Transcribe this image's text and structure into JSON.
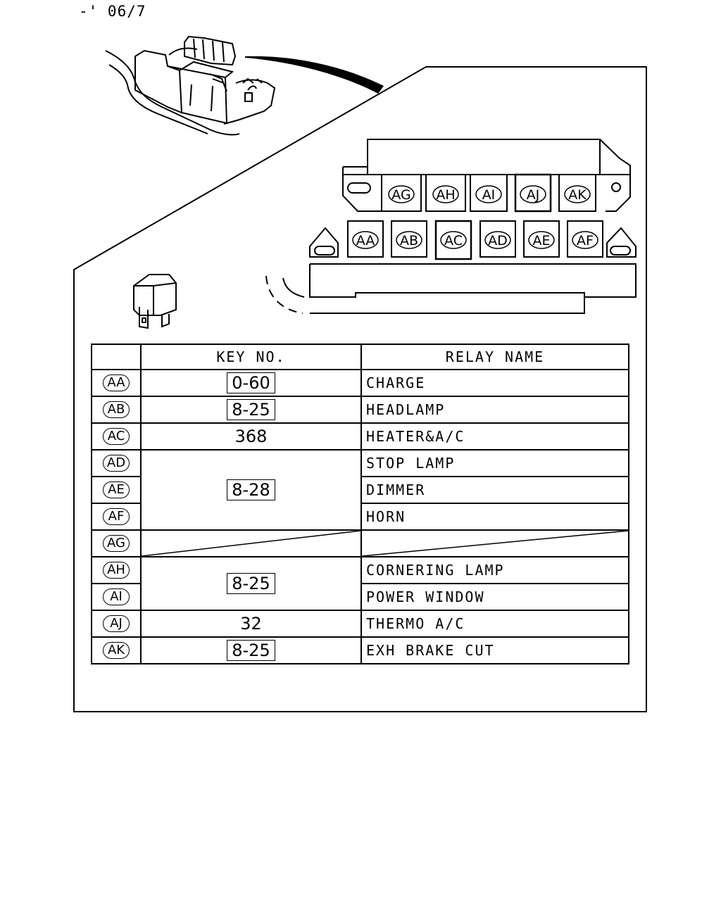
{
  "page_label": "-' 06/7",
  "header": {
    "key_no": "KEY NO.",
    "relay_name": "RELAY NAME"
  },
  "slots_top": [
    "AG",
    "AH",
    "AI",
    "AJ",
    "AK"
  ],
  "slots_bottom": [
    "AA",
    "AB",
    "AC",
    "AD",
    "AE",
    "AF"
  ],
  "rows": [
    {
      "code": "AA",
      "key": "0-60",
      "name": "CHARGE"
    },
    {
      "code": "AB",
      "key": "8-25",
      "name": "HEADLAMP"
    },
    {
      "code": "AC",
      "key": "368",
      "name": "HEATER&A/C"
    },
    {
      "code": "AD",
      "key": "8-28",
      "name": "STOP LAMP"
    },
    {
      "code": "AE",
      "key": "",
      "name": "DIMMER"
    },
    {
      "code": "AF",
      "key": "",
      "name": "HORN"
    },
    {
      "code": "AG",
      "key": "",
      "name": ""
    },
    {
      "code": "AH",
      "key": "8-25",
      "name": "CORNERING LAMP"
    },
    {
      "code": "AI",
      "key": "",
      "name": "POWER WINDOW"
    },
    {
      "code": "AJ",
      "key": "32",
      "name": "THERMO A/C"
    },
    {
      "code": "AK",
      "key": "8-25",
      "name": "EXH BRAKE CUT"
    }
  ]
}
